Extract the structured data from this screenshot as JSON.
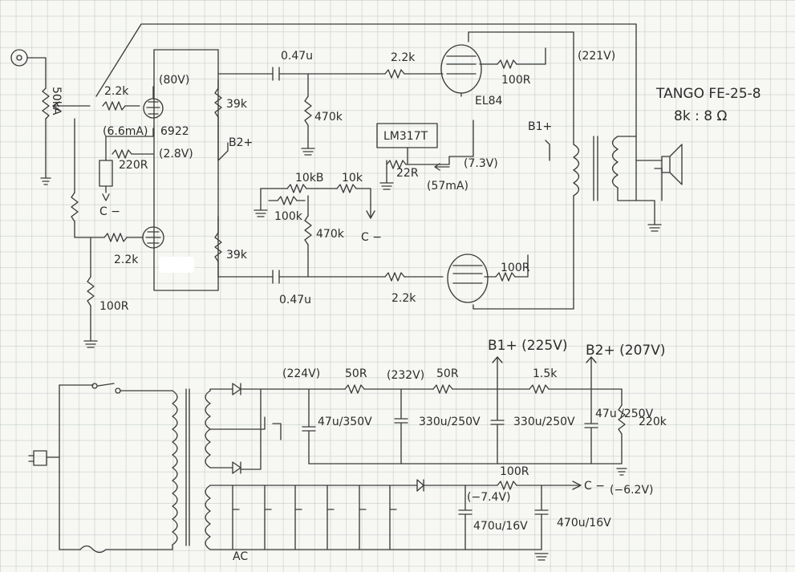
{
  "labels": {
    "vol_pot": "50kA",
    "r_grid_in": "2.2k",
    "v_anode_6922": "(80V)",
    "r_load_top": "39k",
    "c_couple_top": "0.47u",
    "r_grid_top": "2.2k",
    "v_b_plus_el84": "(221V)",
    "speaker_model": "TANGO FE-25-8",
    "transformer_ratio": "8k : 8 Ω",
    "el84_top": "EL84",
    "r_screen_top": "100R",
    "r_grid_leak": "470k",
    "current_6922": "(6.6mA)",
    "tube_6922": "6922",
    "v_cathode_6922": "(2.8V)",
    "r_cathode_6922": "220R",
    "b2_node": "B2+",
    "reg_ic": "LM317T",
    "r_reg": "22R",
    "v_reg": "(7.3V)",
    "current_el84": "(57mA)",
    "b1_node": "B1+",
    "pot_bias": "10kB",
    "r_bias": "10k",
    "r_bias_low": "100k",
    "r_bias_470": "470k",
    "bias_c_minus_mid": "C −",
    "bias_c_minus_left": "C −",
    "r_grid_in_bottom": "2.2k",
    "r_load_bottom": "39k",
    "r_screen_bottom": "100R",
    "c_couple_bottom": "0.47u",
    "r_grid_bottom": "2.2k",
    "r_100r_left": "100R",
    "b1_supply": "B1+ (225V)",
    "b2_supply": "B2+ (207V)",
    "v_rect": "(224V)",
    "r_50r_1": "50R",
    "v_232": "(232V)",
    "r_50r_2": "50R",
    "r_1_5k": "1.5k",
    "cap_1": "47u/350V",
    "cap_2": "330u/250V",
    "cap_3": "330u/250V",
    "cap_4": "47u /250V",
    "r_220k": "220k",
    "r_100r_psu": "100R",
    "c_minus_out": "C −",
    "v_minus_6_2": "(−6.2V)",
    "v_minus_7_4": "(−7.4V)",
    "cap_neg_1": "470u/16V",
    "cap_neg_2": "470u/16V",
    "ac_label": "AC"
  }
}
